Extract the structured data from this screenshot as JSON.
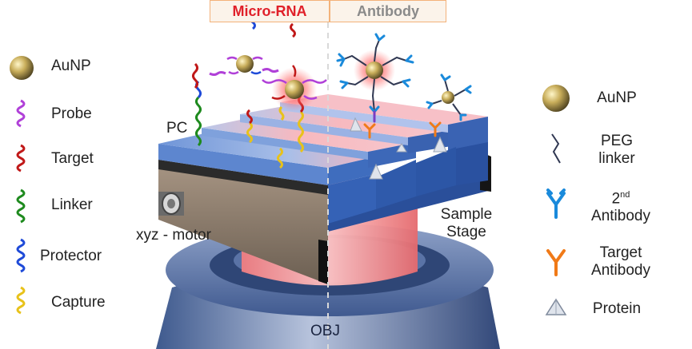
{
  "header": {
    "left": {
      "label": "Micro-RNA",
      "color": "#e0202a"
    },
    "right": {
      "label": "Antibody",
      "color": "#8a8a8a"
    }
  },
  "left_legend": [
    {
      "label": "AuNP",
      "icon": "gold-nanoparticle-icon",
      "color": "#b9a24a"
    },
    {
      "label": "Probe",
      "icon": "wavy-strand-icon",
      "color": "#b040d8"
    },
    {
      "label": "Target",
      "icon": "wavy-strand-icon",
      "color": "#c01818"
    },
    {
      "label": "Linker",
      "icon": "wavy-strand-icon",
      "color": "#1e8a1e"
    },
    {
      "label": "Protector",
      "icon": "wavy-strand-icon",
      "color": "#1e4ad8"
    },
    {
      "label": "Capture",
      "icon": "wavy-strand-icon",
      "color": "#e8c21a"
    }
  ],
  "right_legend": {
    "aunp": "AuNP",
    "peg_line1": "PEG",
    "peg_line2": "linker",
    "second_ab_sup": "nd",
    "second_ab_line1_base": "2",
    "second_ab_line2": "Antibody",
    "target_ab_line1": "Target",
    "target_ab_line2": "Antibody",
    "protein": "Protein"
  },
  "diagram": {
    "pc": "PC",
    "motor": "xyz - motor",
    "sample_line1": "Sample",
    "sample_line2": "Stage",
    "obj": "OBJ"
  },
  "colors": {
    "header_border": "#f3b27a",
    "header_bg": "#fbf3ea",
    "stage_blue": "#4a76c2",
    "stage_pink": "#f5b6b8",
    "stage_side": "#9c8a7a",
    "laser": "#ff8080",
    "objective": "#5d74a8",
    "peg": "#303852",
    "second_antibody": "#1a8adb",
    "target_antibody": "#f07a18",
    "protein": "#c8d0dc"
  }
}
